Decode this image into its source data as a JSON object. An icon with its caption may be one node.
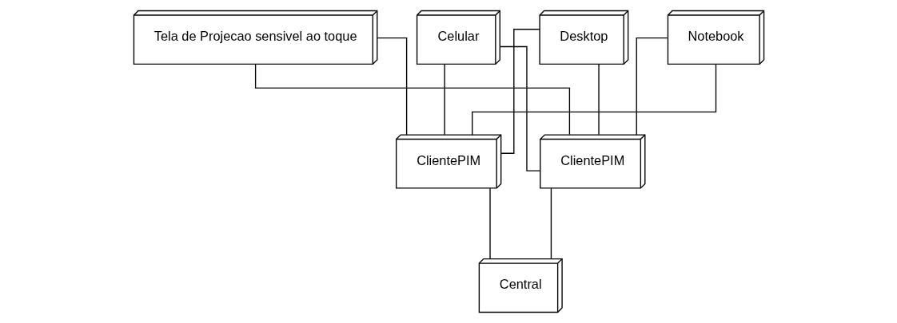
{
  "diagram": {
    "nodes": [
      {
        "text": [
          "Desktop"
        ]
      },
      {
        "text": [
          "Notebook"
        ]
      },
      {
        "text": [
          "Tela de Projecao sensivel ao toque"
        ]
      },
      {
        "text": [
          "Celular"
        ]
      },
      {
        "text": [
          "ClientePIM"
        ]
      },
      {
        "text": [
          "ClientePIM"
        ]
      },
      {
        "text": [
          "Central"
        ]
      }
    ],
    "edges": [
      {
        "from": 0,
        "to": 4,
        "arrow": "none"
      },
      {
        "from": 0,
        "to": 5,
        "arrow": "none"
      },
      {
        "from": 1,
        "to": 4,
        "arrow": "none"
      },
      {
        "from": 1,
        "to": 5,
        "arrow": "none"
      },
      {
        "from": 2,
        "to": 4,
        "arrow": "none"
      },
      {
        "from": 2,
        "to": 5,
        "arrow": "none"
      },
      {
        "from": 3,
        "to": 4,
        "arrow": "none"
      },
      {
        "from": 3,
        "to": 5,
        "arrow": "none"
      },
      {
        "from": 4,
        "to": 6,
        "arrow": "none"
      },
      {
        "from": 5,
        "to": 6,
        "arrow": "none"
      }
    ]
  }
}
